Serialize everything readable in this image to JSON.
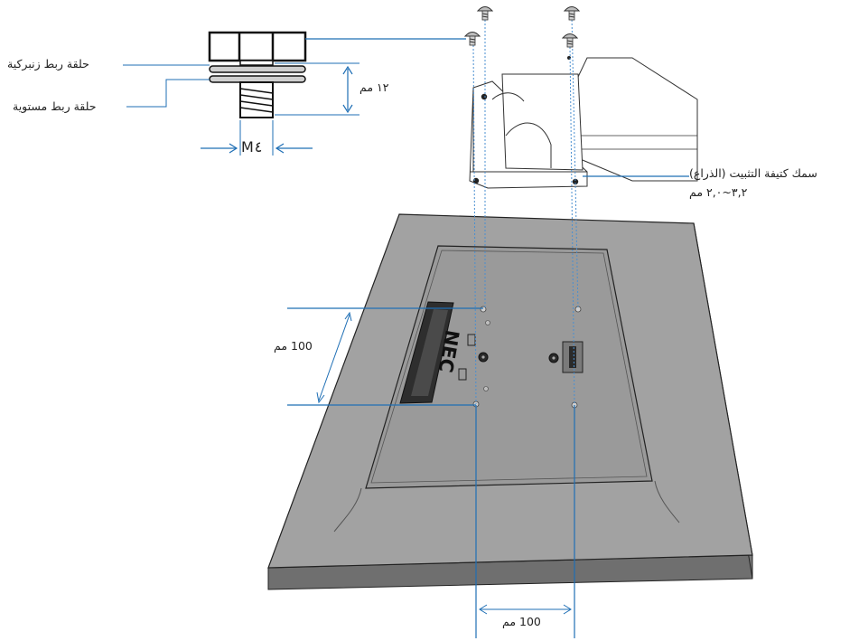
{
  "labels": {
    "spring_washer": "حلقة ربط زنبركية",
    "flat_washer": "حلقة ربط مستوية",
    "screw_length": "١٢ مم",
    "screw_size": "M٤",
    "bracket_thickness_title": "سمك كتيفة التثبيت (الذراع)",
    "bracket_thickness_value": "٣,٢~٢,٠ مم",
    "vertical_pitch": "100 مم",
    "horizontal_pitch": "100 مم",
    "logo": "NEC"
  },
  "colors": {
    "leader": "#1f6fb5",
    "dotted": "#4a8fd0",
    "panel_top": "#a0a0a0",
    "panel_side": "#6e6e6e",
    "outline": "#222222"
  },
  "icons": [
    "screw-icon",
    "arrow-left-icon",
    "arrow-right-icon",
    "double-arrow-icon"
  ]
}
